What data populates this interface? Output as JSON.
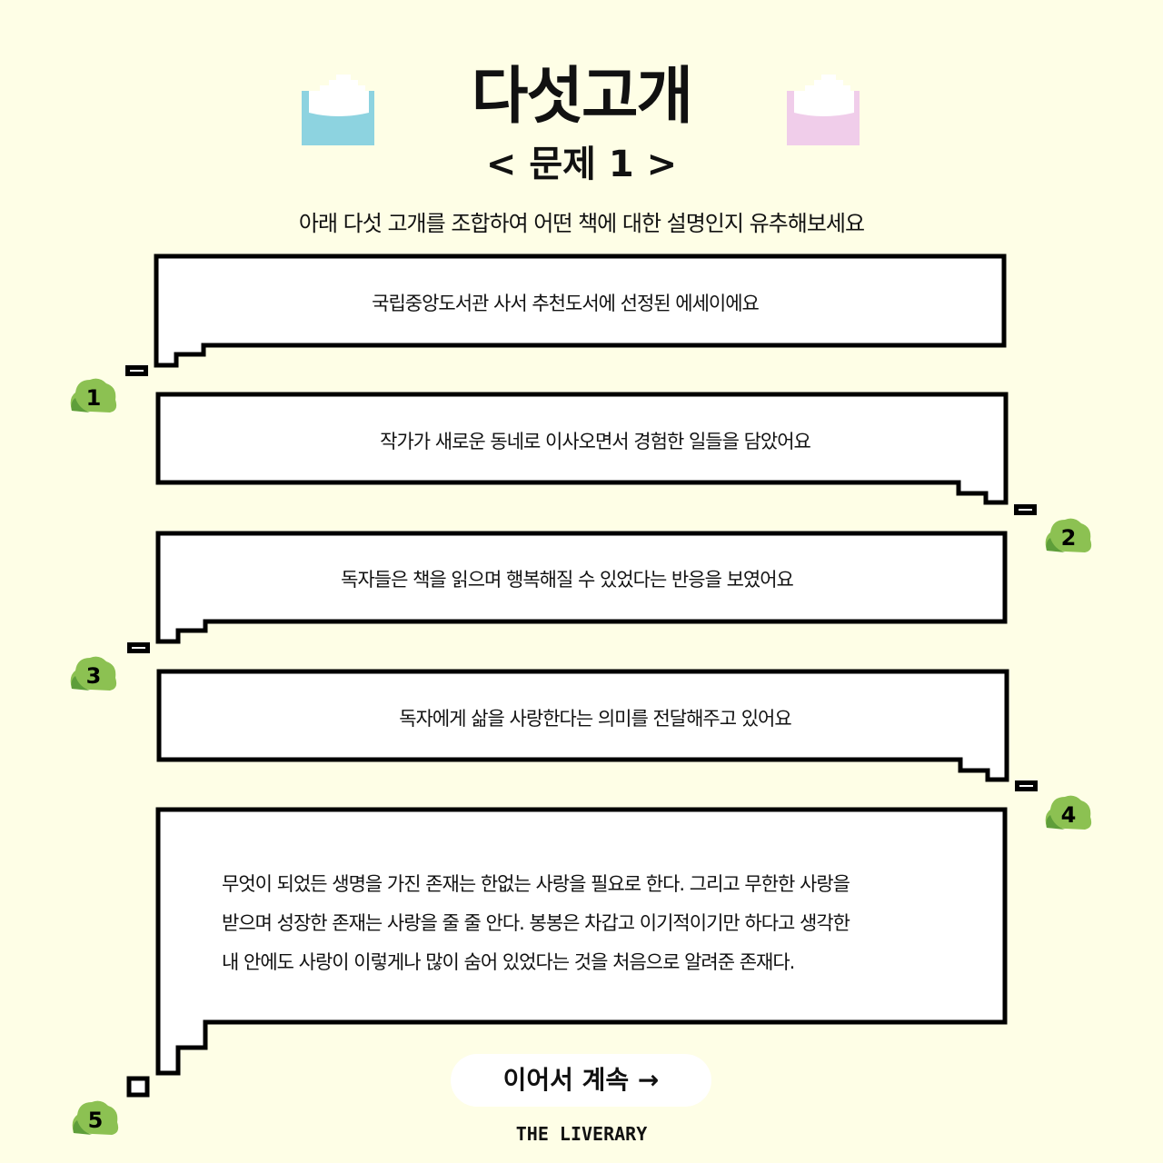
{
  "header": {
    "title": "다섯고개",
    "question": "< 문제 1 >",
    "instruction": "아래 다섯 고개를 조합하여 어떤 책에 대한 설명인지 유추해보세요"
  },
  "hints": [
    {
      "number": "1",
      "text": "국립중앙도서관 사서 추천도서에 선정된 에세이에요"
    },
    {
      "number": "2",
      "text": "작가가 새로운 동네로 이사오면서  경험한 일들을 담았어요"
    },
    {
      "number": "3",
      "text": "독자들은 책을 읽으며 행복해질 수 있었다는 반응을 보였어요"
    },
    {
      "number": "4",
      "text": "독자에게 삶을 사랑한다는 의미를 전달해주고 있어요"
    },
    {
      "number": "5",
      "lines": [
        "무엇이 되었든 생명을 가진 존재는 한없는 사랑을 필요로 한다. 그리고 무한한 사랑을",
        "받으며 성장한 존재는 사랑을 줄 줄 안다. 봉봉은 차갑고 이기적이기만 하다고 생각한",
        "내 안에도 사랑이 이렇게나 많이 숨어 있었다는 것을 처음으로 알려준 존재다."
      ]
    }
  ],
  "continue_button": "이어서 계속 →",
  "footer": "THE LIVERARY",
  "colors": {
    "background": "#fefee6",
    "envelope_blue": "#8dd3e0",
    "envelope_pink": "#f0cdea",
    "bush": "#8cc152"
  }
}
